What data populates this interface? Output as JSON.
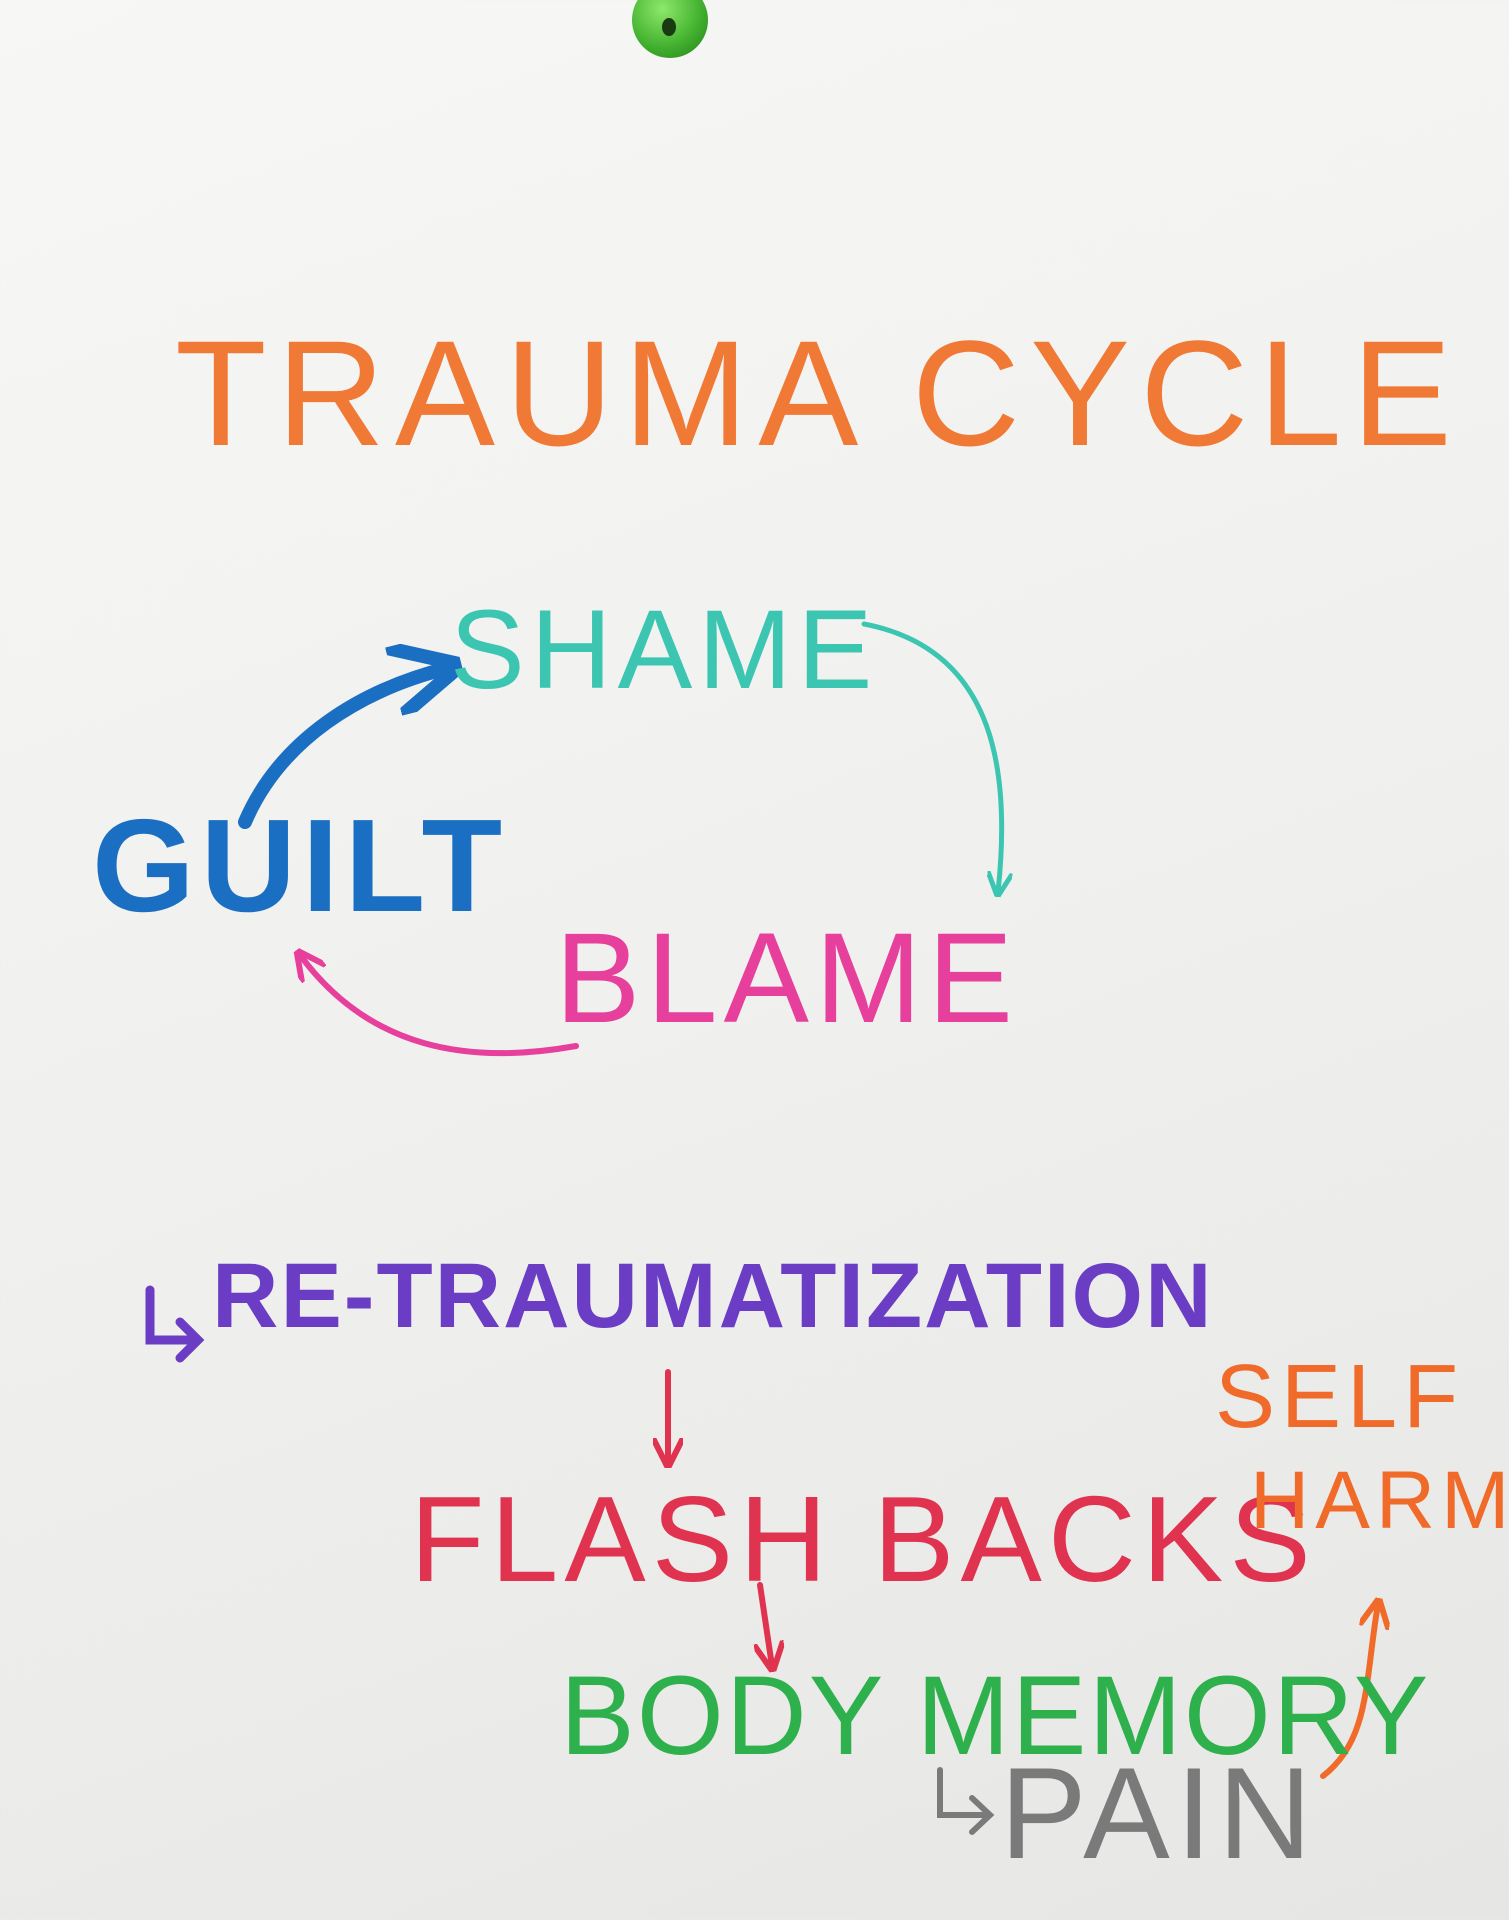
{
  "title": "TRAUMA CYCLE",
  "cycle": {
    "shame": "SHAME",
    "guilt": "GUILT",
    "blame": "BLAME"
  },
  "chain": {
    "retraumatization": "RE-TRAUMATIZATION",
    "flashbacks": "FLASH BACKS",
    "body_memory": "BODY MEMORY",
    "pain": "PAIN",
    "self_harm_line1": "SELF",
    "self_harm_line2": "HARM"
  },
  "colors": {
    "title": "#f07a35",
    "shame": "#3cc6b2",
    "guilt": "#1b6fc2",
    "blame": "#e63f9c",
    "retraumatization": "#6b3cc4",
    "flashbacks": "#e0334f",
    "body_memory": "#2eb04c",
    "pain": "#7a7a7a",
    "self_harm": "#f06a2a"
  }
}
